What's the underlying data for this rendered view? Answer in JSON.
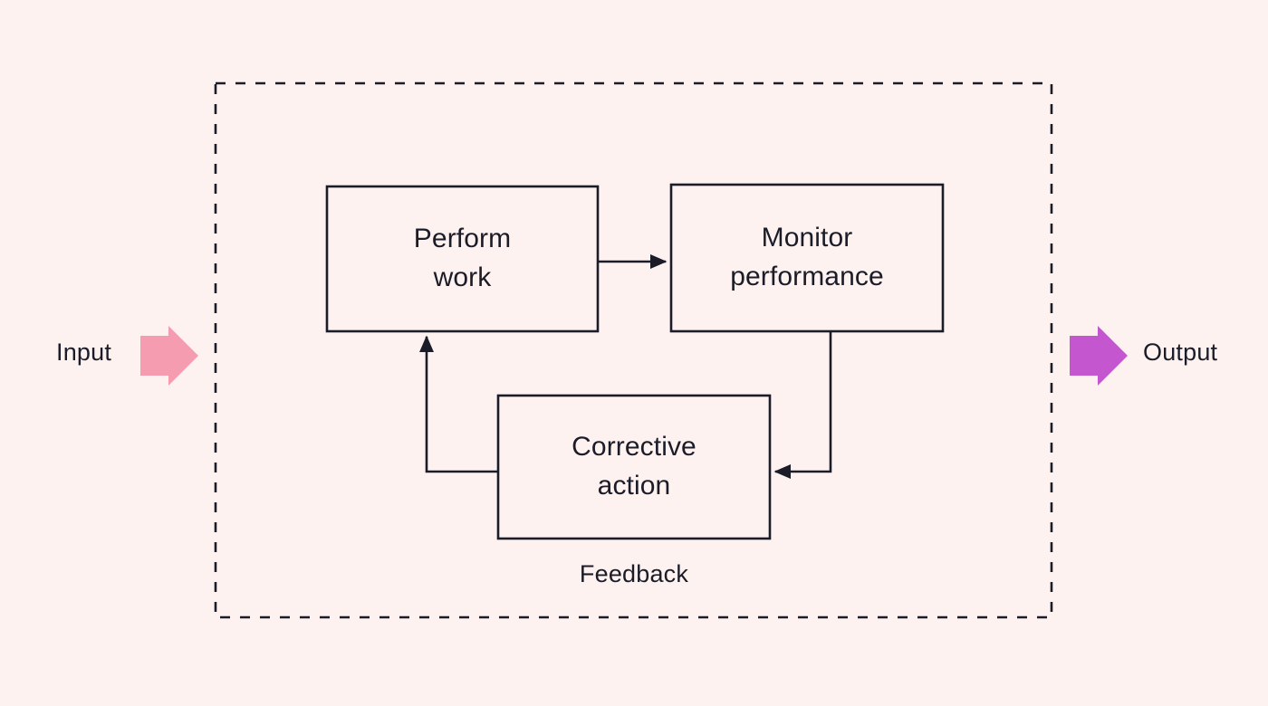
{
  "diagram": {
    "type": "flow-diagram",
    "background_color": "#fdf2f0",
    "stroke_color": "#1b1c28",
    "boundary": {
      "name": "system-boundary",
      "style": "dashed"
    },
    "nodes": [
      {
        "id": "perform-work",
        "label": "Perform\nwork",
        "shape": "rectangle"
      },
      {
        "id": "monitor-performance",
        "label": "Monitor\nperformance",
        "shape": "rectangle"
      },
      {
        "id": "corrective-action",
        "label": "Corrective\naction",
        "shape": "rectangle"
      }
    ],
    "annotations": [
      {
        "id": "feedback-label",
        "label": "Feedback"
      }
    ],
    "ports": [
      {
        "id": "input",
        "label": "Input",
        "arrow_color": "#f59cb0",
        "direction": "right"
      },
      {
        "id": "output",
        "label": "Output",
        "arrow_color": "#c457d0",
        "direction": "right"
      }
    ],
    "edges": [
      {
        "id": "perform-to-monitor",
        "from": "perform-work",
        "to": "monitor-performance",
        "arrowhead": "end"
      },
      {
        "id": "monitor-to-corrective",
        "from": "monitor-performance",
        "to": "corrective-action",
        "arrowhead": "end"
      },
      {
        "id": "corrective-to-perform",
        "from": "corrective-action",
        "to": "perform-work",
        "arrowhead": "end"
      }
    ]
  }
}
